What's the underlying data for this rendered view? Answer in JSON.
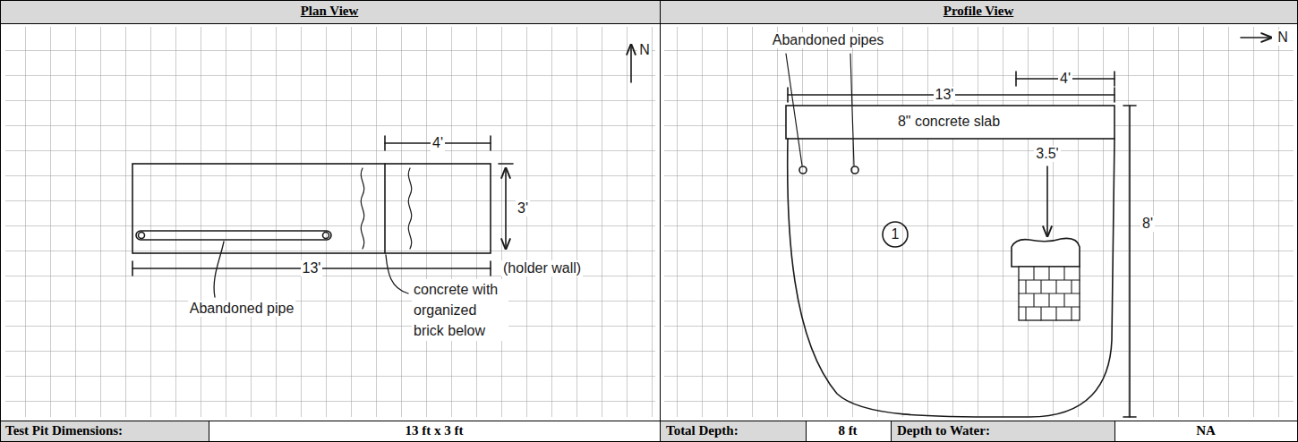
{
  "diagram": {
    "labels": [
      "Plan View",
      "Profile View",
      "N",
      "4'",
      "3'",
      "13'",
      "(holder wall)",
      "concrete with organized brick below",
      "Abandoned pipe",
      "Abandoned pipes",
      "N",
      "13'",
      "4'",
      "8\" concrete slab",
      "3.5'",
      "8'",
      "1",
      "Test Pit Dimensions:",
      "13 ft x 3 ft",
      "Total Depth:",
      "8 ft",
      "Depth to Water:",
      "NA"
    ]
  }
}
